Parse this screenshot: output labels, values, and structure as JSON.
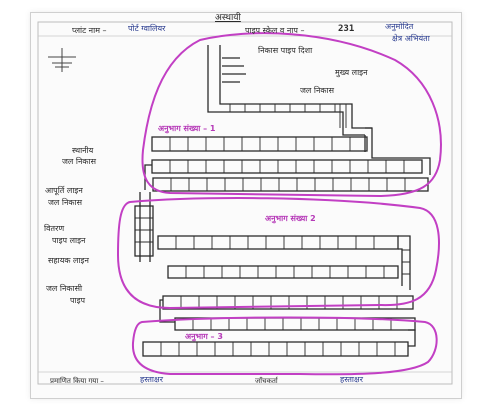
{
  "sheet": {
    "title": "अस्थायी",
    "header": {
      "label_left": "प्लांट नाम –",
      "value_left": "पोर्ट ग्वालियर",
      "label_mid": "पाइप स्केल व नाप –",
      "number": "231"
    },
    "top_right_notes": [
      "अनुमोदित",
      "क्षेत्र अभियंता"
    ],
    "zone_labels": {
      "zone1": "अनुभाग संख्या – 1",
      "zone2": "अनुभाग संख्या 2",
      "zone3": "अनुभाग – 3"
    },
    "right_notes": [
      "निकास पाइप दिशा",
      "मुख्य लाइन",
      "जल निकास"
    ],
    "left_notes": [
      "स्थानीय",
      "जल निकास",
      "आपूर्ति लाइन",
      "जल निकास",
      "वितरण",
      "पाइप लाइन",
      "सहायक लाइन",
      "जल निकासी",
      "पाइप"
    ],
    "footer": {
      "left": "प्रमाणित किया गया –",
      "left_sign": "हस्ताक्षर",
      "right": "जाँचकर्ता",
      "right_sign": "हस्ताक्षर"
    }
  },
  "colors": {
    "ink": "#2b2b2b",
    "blue_ink": "#2a3c8f",
    "highlight": "#c23fc4",
    "paper": "#fbfbfb"
  }
}
